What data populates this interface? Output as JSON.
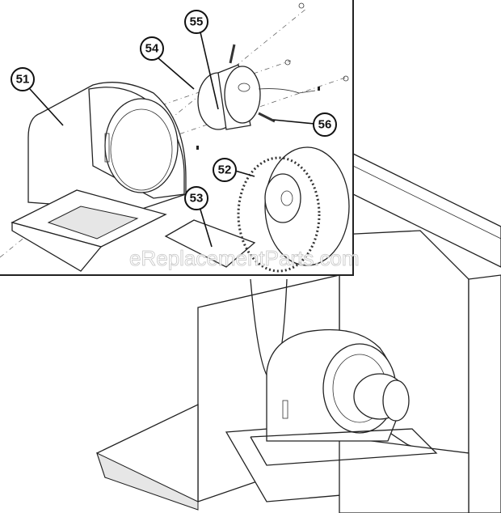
{
  "diagram": {
    "watermark": "eReplacementParts.com",
    "callouts": [
      {
        "label": "51",
        "part": "blower-housing"
      },
      {
        "label": "52",
        "part": "blower-wheel"
      },
      {
        "label": "53",
        "part": "cutoff-plate"
      },
      {
        "label": "54",
        "part": "motor"
      },
      {
        "label": "55",
        "part": "motor-mount"
      },
      {
        "label": "56",
        "part": "mount-arm"
      }
    ]
  }
}
